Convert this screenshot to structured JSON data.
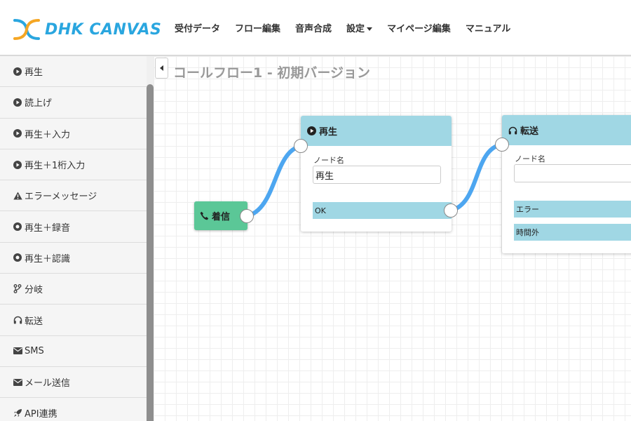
{
  "app": {
    "logo_text": "DHK CANVAS",
    "brand_color": "#2aa6df",
    "accent_orange": "#f5a623"
  },
  "nav": {
    "items": [
      {
        "label": "受付データ"
      },
      {
        "label": "フロー編集"
      },
      {
        "label": "音声合成"
      },
      {
        "label": "設定",
        "has_dropdown": true
      },
      {
        "label": "マイページ編集"
      },
      {
        "label": "マニュアル"
      }
    ]
  },
  "sidebar": {
    "items": [
      {
        "label": "再生",
        "icon": "play-circle-icon"
      },
      {
        "label": "読上げ",
        "icon": "play-circle-icon"
      },
      {
        "label": "再生＋入力",
        "icon": "play-circle-icon"
      },
      {
        "label": "再生＋1桁入力",
        "icon": "play-circle-icon"
      },
      {
        "label": "エラーメッセージ",
        "icon": "warning-icon"
      },
      {
        "label": "再生＋録音",
        "icon": "record-icon"
      },
      {
        "label": "再生＋認識",
        "icon": "record-icon"
      },
      {
        "label": "分岐",
        "icon": "branch-icon"
      },
      {
        "label": "転送",
        "icon": "headphones-icon"
      },
      {
        "label": "SMS",
        "icon": "envelope-icon"
      },
      {
        "label": "メール送信",
        "icon": "envelope-icon"
      },
      {
        "label": "API連携",
        "icon": "rocket-icon"
      }
    ]
  },
  "canvas": {
    "flow_title": "コールフロー1 - 初期バージョン",
    "start_node": {
      "label": "着信",
      "color": "#5bc797"
    },
    "play_node": {
      "title": "再生",
      "field_label": "ノード名",
      "field_value": "再生",
      "ports": [
        "OK"
      ]
    },
    "transfer_node": {
      "title": "転送",
      "field_label": "ノード名",
      "field_value": "",
      "ports": [
        "エラー",
        "時間外"
      ]
    },
    "node_header_color": "#a0d7e4",
    "wire_color": "#4da6f0"
  }
}
